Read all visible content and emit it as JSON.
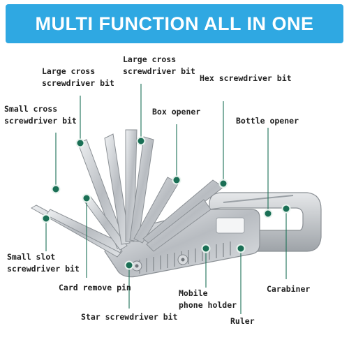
{
  "banner": {
    "title": "MULTI FUNCTION ALL IN ONE"
  },
  "labels": {
    "large_cross_left": "Large cross\nscrewdriver bit",
    "large_cross_top": "Large cross\nscrewdriver bit",
    "hex": "Hex screwdriver bit",
    "small_cross": "Small cross\nscrewdriver bit",
    "box_opener": "Box opener",
    "bottle_opener": "Bottle opener",
    "small_slot": "Small slot\nscrewdriver bit",
    "card_remove": "Card remove pin",
    "mobile_holder": "Mobile\nphone holder",
    "carabiner": "Carabiner",
    "star": "Star screwdriver bit",
    "ruler": "Ruler"
  },
  "colors": {
    "banner": "#2fa8e2",
    "marker": "#1a6f55",
    "metal": "#c9ccd0"
  }
}
